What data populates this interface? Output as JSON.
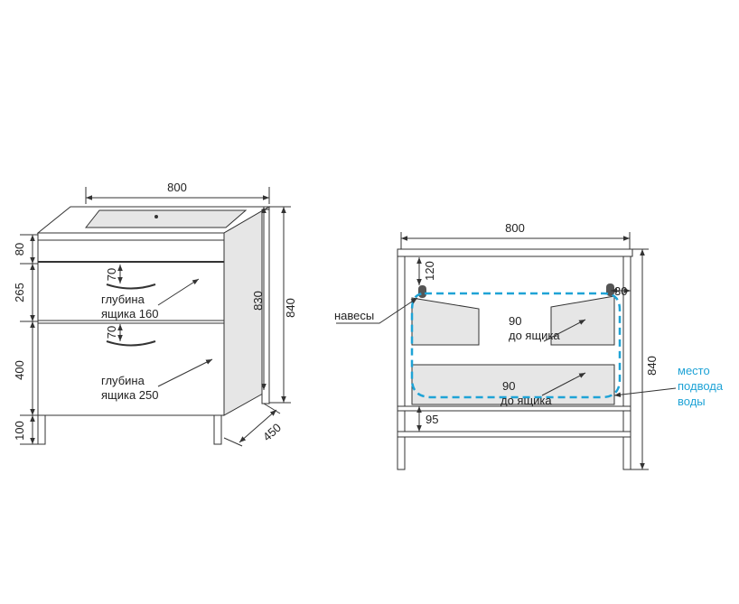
{
  "left_view": {
    "width": "800",
    "height_total": "840",
    "height_body": "830",
    "depth": "450",
    "seg_top": "80",
    "seg_mid": "265",
    "seg_low": "400",
    "seg_legs": "100",
    "handle_1": "70",
    "handle_2": "70",
    "drawer1_l1": "глубина",
    "drawer1_l2": "ящика 160",
    "drawer2_l1": "глубина",
    "drawer2_l2": "ящика 250"
  },
  "right_view": {
    "width": "800",
    "height": "840",
    "hinge_height": "120",
    "hinge_offset": "30",
    "bottom_gap": "95",
    "hinges_label": "навесы",
    "to_drawer_1a": "90",
    "to_drawer_1b": "до ящика",
    "to_drawer_2a": "90",
    "to_drawer_2b": "до ящика",
    "water_1": "место",
    "water_2": "подвода",
    "water_3": "воды"
  },
  "colors": {
    "line": "#333333",
    "accent": "#1fa3d6",
    "fill": "#e6e6e6"
  }
}
